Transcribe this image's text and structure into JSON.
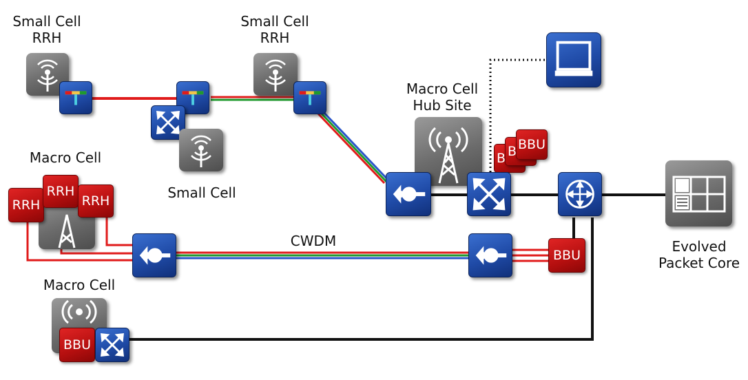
{
  "labels": {
    "small_cell_rrh_1": "Small Cell\nRRH",
    "small_cell_rrh_2": "Small Cell\nRRH",
    "macro_cell_hub_site": "Macro Cell\nHub Site",
    "macro_cell_1": "Macro Cell",
    "small_cell": "Small Cell",
    "cwdm": "CWDM",
    "macro_cell_2": "Macro Cell",
    "evolved_packet_core": "Evolved\nPacket Core"
  },
  "badges": {
    "rrh": "RRH",
    "bbu": "BBU",
    "bbu_stack_hidden": "B"
  },
  "icons": {
    "antenna": "antenna-icon",
    "tower": "cell-tower-icon",
    "tap": "optical-tap-icon",
    "switch": "switch-icon",
    "mux": "wdm-mux-icon",
    "router": "router-icon",
    "monitor": "monitor-icon",
    "core": "packet-core-icon"
  },
  "colors": {
    "fiber_red": "#e01b1b",
    "fiber_green": "#1f9a2e",
    "fiber_blue": "#2a55c9",
    "link_black": "#111111",
    "device_blue": "#1f4aa6",
    "device_red": "#b50f0f",
    "device_gray": "#6b6b6b"
  }
}
